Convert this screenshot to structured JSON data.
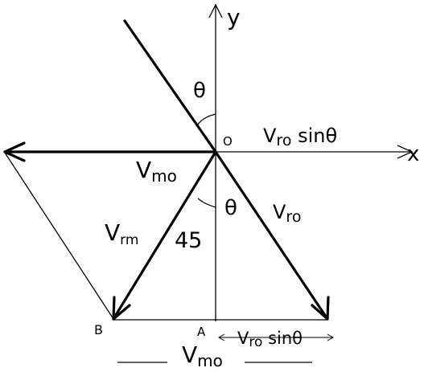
{
  "labels": {
    "y_axis": "y",
    "x_axis": "x",
    "origin": "O",
    "point_b": "B",
    "point_a": "A",
    "theta_top": "θ",
    "theta_bottom": "θ",
    "v_ro_sin_top": {
      "main": "V",
      "sub": "ro",
      "rest": " sinθ"
    },
    "v_mo_mid": {
      "main": "V",
      "sub": "mo"
    },
    "v_ro_right": {
      "main": "V",
      "sub": "ro"
    },
    "v_rm": {
      "main": "V",
      "sub": "rm"
    },
    "angle_45": "45",
    "v_ro_sin_bottom": {
      "main": "V",
      "sub": "ro",
      "rest": " sinθ"
    },
    "v_mo_bottom": {
      "main": "V",
      "sub": "mo"
    }
  },
  "colors": {
    "ink": "#000000",
    "background": "#ffffff"
  }
}
